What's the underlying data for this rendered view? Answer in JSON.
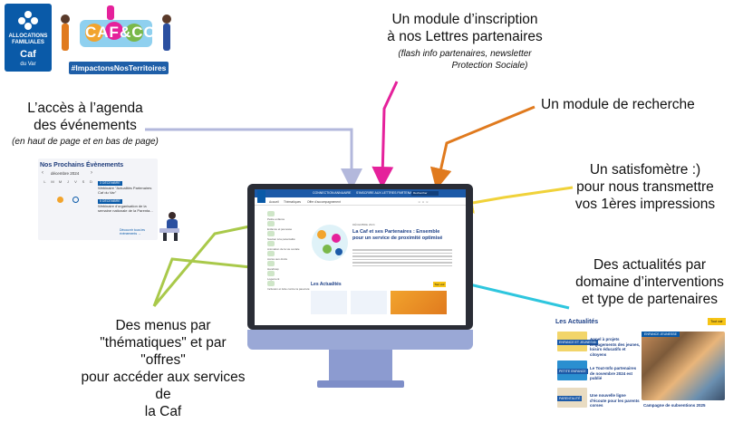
{
  "logo": {
    "line1": "ALLOCATIONS",
    "line2": "FAMILIALES",
    "brand": "Caf",
    "dept": "du Var"
  },
  "banner": {
    "title": "CAF&CO",
    "hashtag": "#ImpactonsNosTerritoires"
  },
  "annotations": {
    "newsletter": {
      "line1": "Un module d’inscription",
      "line2": "à nos Lettres partenaires",
      "note1": "(flash info partenaires, newsletter",
      "note2": "Protection Sociale)"
    },
    "search": "Un module de recherche",
    "agenda": {
      "line1": "L’accès à l’agenda",
      "line2": "des événements",
      "note": "(en haut de page et en bas de page)"
    },
    "satisfaction": {
      "line1": "Un satisfomètre :)",
      "line2": "pour nous transmettre",
      "line3": "vos 1ères impressions"
    },
    "news": {
      "line1": "Des actualités par",
      "line2": "domaine d’interventions",
      "line3": "et type de partenaires"
    },
    "menus": {
      "line1": "Des menus par",
      "line2": "\"thématiques\" et par \"offres\"",
      "line3": "pour accéder aux services de",
      "line4": "la Caf"
    }
  },
  "agenda_widget": {
    "title": "Nos Prochains Évènements",
    "month": "décembre 2024",
    "weekdays": [
      "L",
      "M",
      "M",
      "J",
      "V",
      "S",
      "D"
    ],
    "event1_tag": "3 DÉCEMBRE",
    "event1_text": "Webinaire \"Actualités Partenaires Caf du Var\"",
    "event2_tag": "5 DÉCEMBRE",
    "event2_text": "Webinaire d'organisation de la semaine nationale de la Parenta...",
    "link": "Découvrir tous les évènements →"
  },
  "screen": {
    "top_links": [
      "CONNECTION ANNUAIRE",
      "S'INSCRIRE AUX LETTRES PARTENAIRES"
    ],
    "search_placeholder": "Rechercher",
    "nav": [
      "Accueil",
      "Thématiques",
      "Offre d'accompagnement"
    ],
    "sidebar": [
      "Petite enfance",
      "Enfance et jeunesse",
      "Soutien à la parentalité",
      "Animation de la vie sociale",
      "Accès aux droits",
      "Handicap",
      "Logement",
      "Inclusion et lutte contre la pauvreté"
    ],
    "hero_kicker": "DÉCEMBRE 2024",
    "hero_title": "La Caf et ses Partenaires : Ensemble pour un service de proximité optimisé",
    "news_title": "Les Actualités",
    "news_button": "Tout voir"
  },
  "news_widget": {
    "title": "Les Actualités",
    "button": "Tout voir",
    "cards": [
      {
        "badge": "ENFANCE ET JEUNESSE",
        "text": "Appel à projets Engagements des jeunes, loisirs éducatifs et citoyens",
        "color": "#e8c84a"
      },
      {
        "badge": "PETITE ENFANCE",
        "text": "Le Tout-Info partenaires de novembre 2024 est publié",
        "color": "#2a8fd0"
      },
      {
        "badge": "PARENTALITÉ",
        "text": "Une nouvelle ligne d'écoute pour les parents corses",
        "color": "#7ab84a"
      }
    ],
    "photo_caption": "Campagne de subventions 2025",
    "photo_badge": "ENFANCE JEUNESSE"
  },
  "colors": {
    "caf_blue": "#0a5aa8",
    "arrow_lavender": "#b3b8dc",
    "arrow_magenta": "#e5219b",
    "arrow_orange": "#e07a1e",
    "arrow_yellow": "#f0d23a",
    "arrow_cyan": "#2ec6de",
    "arrow_green": "#a9c94a",
    "accent_yellow": "#f6c416"
  }
}
